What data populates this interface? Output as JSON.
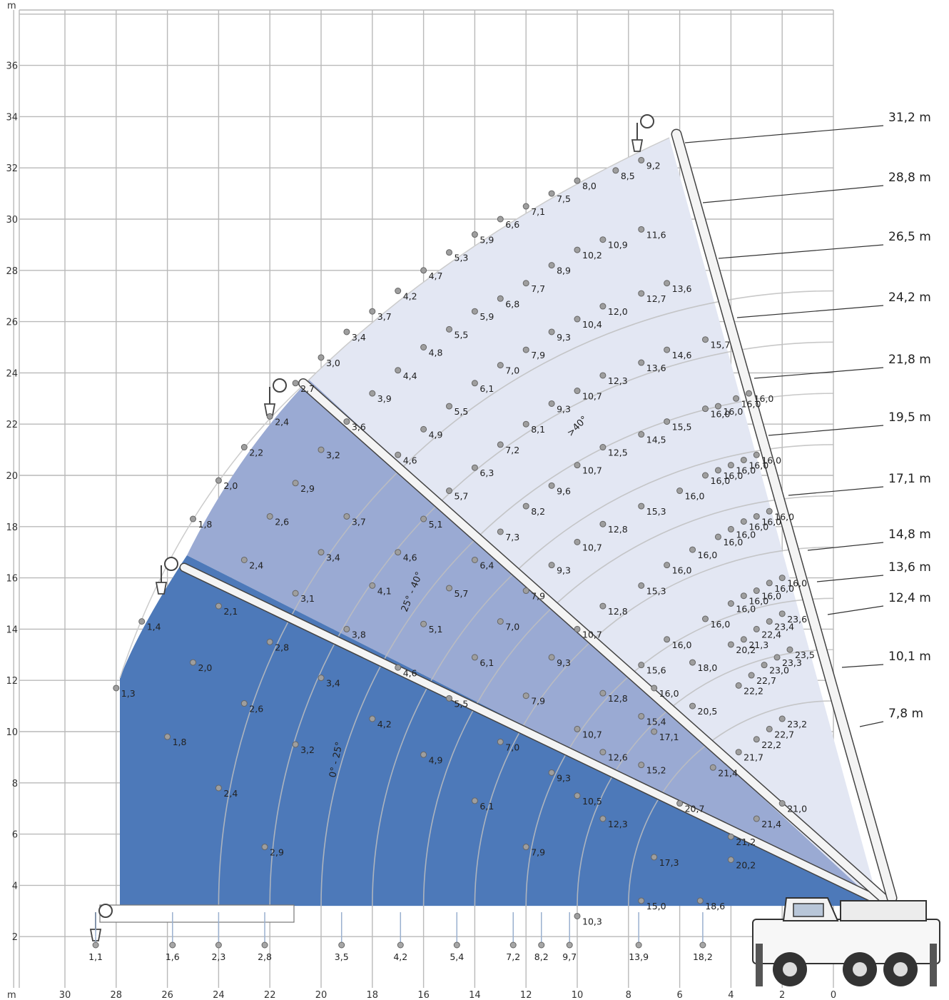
{
  "chart_data": {
    "type": "range_diagram",
    "x_unit": "m",
    "y_unit": "m",
    "x_ticks": [
      "30",
      "28",
      "26",
      "24",
      "22",
      "20",
      "18",
      "16",
      "14",
      "12",
      "10",
      "8",
      "6",
      "4",
      "2",
      "0"
    ],
    "y_ticks": [
      "2",
      "4",
      "6",
      "8",
      "10",
      "12",
      "14",
      "16",
      "18",
      "20",
      "22",
      "24",
      "26",
      "28",
      "30",
      "32",
      "34",
      "36"
    ],
    "boom_lengths": [
      "31,2 m",
      "28,8 m",
      "26,5 m",
      "24,2 m",
      "21,8 m",
      "19,5 m",
      "17,1 m",
      "14,8 m",
      "13,6 m",
      "12,4 m",
      "10,1 m",
      "7,8 m"
    ],
    "angle_ranges": [
      "0° - 25°",
      "25° - 40°",
      ">40°"
    ],
    "ground_capacities": [
      {
        "x": 28.8,
        "label": "1,1"
      },
      {
        "x": 25.8,
        "label": "1,6"
      },
      {
        "x": 24.0,
        "label": "2,3"
      },
      {
        "x": 22.2,
        "label": "2,8"
      },
      {
        "x": 19.2,
        "label": "3,5"
      },
      {
        "x": 16.9,
        "label": "4,2"
      },
      {
        "x": 14.7,
        "label": "5,4"
      },
      {
        "x": 12.5,
        "label": "7,2"
      },
      {
        "x": 11.4,
        "label": "8,2"
      },
      {
        "x": 10.3,
        "label": "9,7"
      },
      {
        "x": 7.6,
        "label": "13,9"
      },
      {
        "x": 5.1,
        "label": "18,2"
      }
    ],
    "capacity_points": [
      {
        "x": 7.5,
        "y": 32.3,
        "label": "9,2"
      },
      {
        "x": 8.5,
        "y": 31.9,
        "label": "8,5"
      },
      {
        "x": 10.0,
        "y": 31.5,
        "label": "8,0"
      },
      {
        "x": 11.0,
        "y": 31.0,
        "label": "7,5"
      },
      {
        "x": 12.0,
        "y": 30.5,
        "label": "7,1"
      },
      {
        "x": 13.0,
        "y": 30.0,
        "label": "6,6"
      },
      {
        "x": 14.0,
        "y": 29.4,
        "label": "5,9"
      },
      {
        "x": 15.0,
        "y": 28.7,
        "label": "5,3"
      },
      {
        "x": 16.0,
        "y": 28.0,
        "label": "4,7"
      },
      {
        "x": 17.0,
        "y": 27.2,
        "label": "4,2"
      },
      {
        "x": 18.0,
        "y": 26.4,
        "label": "3,7"
      },
      {
        "x": 19.0,
        "y": 25.6,
        "label": "3,4"
      },
      {
        "x": 20.0,
        "y": 24.6,
        "label": "3,0"
      },
      {
        "x": 21.0,
        "y": 23.6,
        "label": "2,7"
      },
      {
        "x": 7.5,
        "y": 29.6,
        "label": "11,6"
      },
      {
        "x": 9.0,
        "y": 29.2,
        "label": "10,9"
      },
      {
        "x": 10.0,
        "y": 28.8,
        "label": "10,2"
      },
      {
        "x": 11.0,
        "y": 28.2,
        "label": "8,9"
      },
      {
        "x": 12.0,
        "y": 27.5,
        "label": "7,7"
      },
      {
        "x": 13.0,
        "y": 26.9,
        "label": "6,8"
      },
      {
        "x": 14.0,
        "y": 26.4,
        "label": "5,9"
      },
      {
        "x": 15.0,
        "y": 25.7,
        "label": "5,5"
      },
      {
        "x": 16.0,
        "y": 25.0,
        "label": "4,8"
      },
      {
        "x": 17.0,
        "y": 24.1,
        "label": "4,4"
      },
      {
        "x": 18.0,
        "y": 23.2,
        "label": "3,9"
      },
      {
        "x": 19.0,
        "y": 22.1,
        "label": "3,6"
      },
      {
        "x": 6.5,
        "y": 27.5,
        "label": "13,6"
      },
      {
        "x": 7.5,
        "y": 27.1,
        "label": "12,7"
      },
      {
        "x": 9.0,
        "y": 26.6,
        "label": "12,0"
      },
      {
        "x": 10.0,
        "y": 26.1,
        "label": "10,4"
      },
      {
        "x": 11.0,
        "y": 25.6,
        "label": "9,3"
      },
      {
        "x": 12.0,
        "y": 24.9,
        "label": "7,9"
      },
      {
        "x": 13.0,
        "y": 24.3,
        "label": "7,0"
      },
      {
        "x": 14.0,
        "y": 23.6,
        "label": "6,1"
      },
      {
        "x": 15.0,
        "y": 22.7,
        "label": "5,5"
      },
      {
        "x": 16.0,
        "y": 21.8,
        "label": "4,9"
      },
      {
        "x": 17.0,
        "y": 20.8,
        "label": "4,6"
      },
      {
        "x": 5.0,
        "y": 25.3,
        "label": "15,7"
      },
      {
        "x": 6.5,
        "y": 24.9,
        "label": "14,6"
      },
      {
        "x": 7.5,
        "y": 24.4,
        "label": "13,6"
      },
      {
        "x": 9.0,
        "y": 23.9,
        "label": "12,3"
      },
      {
        "x": 10.0,
        "y": 23.3,
        "label": "10,7"
      },
      {
        "x": 11.0,
        "y": 22.8,
        "label": "9,3"
      },
      {
        "x": 12.0,
        "y": 22.0,
        "label": "8,1"
      },
      {
        "x": 13.0,
        "y": 21.2,
        "label": "7,2"
      },
      {
        "x": 14.0,
        "y": 20.3,
        "label": "6,3"
      },
      {
        "x": 15.0,
        "y": 19.4,
        "label": "5,7"
      },
      {
        "x": 16.0,
        "y": 18.3,
        "label": "5,1"
      },
      {
        "x": 17.0,
        "y": 17.0,
        "label": "4,6"
      },
      {
        "x": 18.0,
        "y": 15.7,
        "label": "4,1"
      },
      {
        "x": 19.0,
        "y": 14.0,
        "label": "3,8"
      },
      {
        "x": 3.3,
        "y": 23.2,
        "label": "16,0"
      },
      {
        "x": 3.8,
        "y": 23.0,
        "label": "16,0"
      },
      {
        "x": 4.5,
        "y": 22.7,
        "label": "16,0"
      },
      {
        "x": 5.0,
        "y": 22.6,
        "label": "16,0"
      },
      {
        "x": 6.5,
        "y": 22.1,
        "label": "15,5"
      },
      {
        "x": 7.5,
        "y": 21.6,
        "label": "14,5"
      },
      {
        "x": 9.0,
        "y": 21.1,
        "label": "12,5"
      },
      {
        "x": 10.0,
        "y": 20.4,
        "label": "10,7"
      },
      {
        "x": 11.0,
        "y": 19.6,
        "label": "9,6"
      },
      {
        "x": 12.0,
        "y": 18.8,
        "label": "8,2"
      },
      {
        "x": 13.0,
        "y": 17.8,
        "label": "7,3"
      },
      {
        "x": 14.0,
        "y": 16.7,
        "label": "6,4"
      },
      {
        "x": 15.0,
        "y": 15.6,
        "label": "5,7"
      },
      {
        "x": 16.0,
        "y": 14.2,
        "label": "5,1"
      },
      {
        "x": 17.0,
        "y": 12.5,
        "label": "4,6"
      },
      {
        "x": 18.0,
        "y": 10.5,
        "label": "4,2"
      },
      {
        "x": 3.0,
        "y": 20.8,
        "label": "16,0"
      },
      {
        "x": 3.5,
        "y": 20.6,
        "label": "16,0"
      },
      {
        "x": 4.0,
        "y": 20.4,
        "label": "16,0"
      },
      {
        "x": 4.5,
        "y": 20.2,
        "label": "16,0"
      },
      {
        "x": 5.0,
        "y": 20.0,
        "label": "16,0"
      },
      {
        "x": 6.0,
        "y": 19.4,
        "label": "16,0"
      },
      {
        "x": 7.5,
        "y": 18.8,
        "label": "15,3"
      },
      {
        "x": 9.0,
        "y": 18.1,
        "label": "12,8"
      },
      {
        "x": 10.0,
        "y": 17.4,
        "label": "10,7"
      },
      {
        "x": 11.0,
        "y": 16.5,
        "label": "9,3"
      },
      {
        "x": 12.0,
        "y": 15.5,
        "label": "7,9"
      },
      {
        "x": 13.0,
        "y": 14.3,
        "label": "7,0"
      },
      {
        "x": 14.0,
        "y": 12.9,
        "label": "6,1"
      },
      {
        "x": 15.0,
        "y": 11.3,
        "label": "5,5"
      },
      {
        "x": 16.0,
        "y": 9.1,
        "label": "4,9"
      },
      {
        "x": 2.5,
        "y": 18.6,
        "label": "16,0"
      },
      {
        "x": 3.0,
        "y": 18.4,
        "label": "16,0"
      },
      {
        "x": 3.5,
        "y": 18.2,
        "label": "16,0"
      },
      {
        "x": 4.0,
        "y": 17.9,
        "label": "16,0"
      },
      {
        "x": 4.5,
        "y": 17.6,
        "label": "16,0"
      },
      {
        "x": 5.5,
        "y": 17.1,
        "label": "16,0"
      },
      {
        "x": 6.5,
        "y": 16.5,
        "label": "16,0"
      },
      {
        "x": 7.5,
        "y": 15.7,
        "label": "15,3"
      },
      {
        "x": 9.0,
        "y": 14.9,
        "label": "12,8"
      },
      {
        "x": 10.0,
        "y": 14.0,
        "label": "10,7"
      },
      {
        "x": 11.0,
        "y": 12.9,
        "label": "9,3"
      },
      {
        "x": 12.0,
        "y": 11.4,
        "label": "7,9"
      },
      {
        "x": 13.0,
        "y": 9.6,
        "label": "7,0"
      },
      {
        "x": 14.0,
        "y": 7.3,
        "label": "6,1"
      },
      {
        "x": 2.0,
        "y": 16.0,
        "label": "16,0"
      },
      {
        "x": 2.5,
        "y": 15.8,
        "label": "16,0"
      },
      {
        "x": 3.0,
        "y": 15.5,
        "label": "16,0"
      },
      {
        "x": 3.5,
        "y": 15.3,
        "label": "16,0"
      },
      {
        "x": 4.0,
        "y": 15.0,
        "label": "16,0"
      },
      {
        "x": 5.0,
        "y": 14.4,
        "label": "16,0"
      },
      {
        "x": 6.5,
        "y": 13.6,
        "label": "16,0"
      },
      {
        "x": 7.5,
        "y": 12.6,
        "label": "15,6"
      },
      {
        "x": 9.0,
        "y": 11.5,
        "label": "12,8"
      },
      {
        "x": 10.0,
        "y": 10.1,
        "label": "10,7"
      },
      {
        "x": 11.0,
        "y": 8.4,
        "label": "9,3"
      },
      {
        "x": 12.0,
        "y": 5.5,
        "label": "7,9"
      },
      {
        "x": 2.0,
        "y": 14.6,
        "label": "23,6"
      },
      {
        "x": 2.5,
        "y": 14.3,
        "label": "23,4"
      },
      {
        "x": 3.0,
        "y": 14.0,
        "label": "22,4"
      },
      {
        "x": 3.5,
        "y": 13.6,
        "label": "21,3"
      },
      {
        "x": 4.0,
        "y": 13.4,
        "label": "20,2"
      },
      {
        "x": 5.5,
        "y": 12.7,
        "label": "18,0"
      },
      {
        "x": 7.0,
        "y": 11.7,
        "label": "16,0"
      },
      {
        "x": 1.7,
        "y": 13.2,
        "label": "23,5"
      },
      {
        "x": 2.2,
        "y": 12.9,
        "label": "23,3"
      },
      {
        "x": 2.7,
        "y": 12.6,
        "label": "23,0"
      },
      {
        "x": 3.2,
        "y": 12.2,
        "label": "22,7"
      },
      {
        "x": 3.7,
        "y": 11.8,
        "label": "22,2"
      },
      {
        "x": 5.5,
        "y": 11.0,
        "label": "20,5"
      },
      {
        "x": 7.0,
        "y": 10.0,
        "label": "17,1"
      },
      {
        "x": 7.5,
        "y": 10.6,
        "label": "15,4"
      },
      {
        "x": 9.0,
        "y": 9.2,
        "label": "12,6"
      },
      {
        "x": 10.0,
        "y": 7.5,
        "label": "10,5"
      },
      {
        "x": 9.0,
        "y": 6.6,
        "label": "12,3"
      },
      {
        "x": 2.0,
        "y": 10.5,
        "label": "23,2"
      },
      {
        "x": 2.5,
        "y": 10.1,
        "label": "22,7"
      },
      {
        "x": 3.0,
        "y": 9.7,
        "label": "22,2"
      },
      {
        "x": 3.7,
        "y": 9.2,
        "label": "21,7"
      },
      {
        "x": 4.7,
        "y": 8.6,
        "label": "21,4"
      },
      {
        "x": 7.5,
        "y": 8.7,
        "label": "15,2"
      },
      {
        "x": 2.0,
        "y": 7.2,
        "label": "21,0"
      },
      {
        "x": 3.0,
        "y": 6.6,
        "label": "21,4"
      },
      {
        "x": 4.0,
        "y": 5.9,
        "label": "21,2"
      },
      {
        "x": 4.0,
        "y": 5.0,
        "label": "20,2"
      },
      {
        "x": 6.0,
        "y": 7.2,
        "label": "20,7"
      },
      {
        "x": 7.0,
        "y": 5.1,
        "label": "17,3"
      },
      {
        "x": 7.5,
        "y": 3.4,
        "label": "15,0"
      },
      {
        "x": 5.2,
        "y": 3.4,
        "label": "18,6"
      },
      {
        "x": 10.0,
        "y": 2.8,
        "label": "10,3"
      },
      {
        "x": 22.2,
        "y": 5.5,
        "label": "2,9"
      },
      {
        "x": 24.0,
        "y": 7.8,
        "label": "2,4"
      },
      {
        "x": 20.0,
        "y": 12.1,
        "label": "3,4"
      },
      {
        "x": 22.0,
        "y": 13.5,
        "label": "2,8"
      },
      {
        "x": 21.0,
        "y": 9.5,
        "label": "3,2"
      },
      {
        "x": 23.0,
        "y": 11.1,
        "label": "2,6"
      },
      {
        "x": 25.0,
        "y": 12.7,
        "label": "2,0"
      },
      {
        "x": 26.0,
        "y": 9.8,
        "label": "1,8"
      },
      {
        "x": 24.0,
        "y": 14.9,
        "label": "2,1"
      },
      {
        "x": 21.0,
        "y": 15.4,
        "label": "3,1"
      },
      {
        "x": 23.0,
        "y": 16.7,
        "label": "2,4"
      },
      {
        "x": 20.0,
        "y": 17.0,
        "label": "3,4"
      },
      {
        "x": 19.0,
        "y": 18.4,
        "label": "3,7"
      },
      {
        "x": 22.0,
        "y": 18.4,
        "label": "2,6"
      },
      {
        "x": 21.0,
        "y": 19.7,
        "label": "2,9"
      },
      {
        "x": 20.0,
        "y": 21.0,
        "label": "3,2"
      },
      {
        "x": 25.0,
        "y": 18.3,
        "label": "1,8"
      },
      {
        "x": 24.0,
        "y": 19.8,
        "label": "2,0"
      },
      {
        "x": 23.0,
        "y": 21.1,
        "label": "2,2"
      },
      {
        "x": 22.0,
        "y": 22.3,
        "label": "2,4"
      },
      {
        "x": 27.0,
        "y": 14.3,
        "label": "1,4"
      },
      {
        "x": 28.0,
        "y": 11.7,
        "label": "1,3"
      }
    ]
  }
}
